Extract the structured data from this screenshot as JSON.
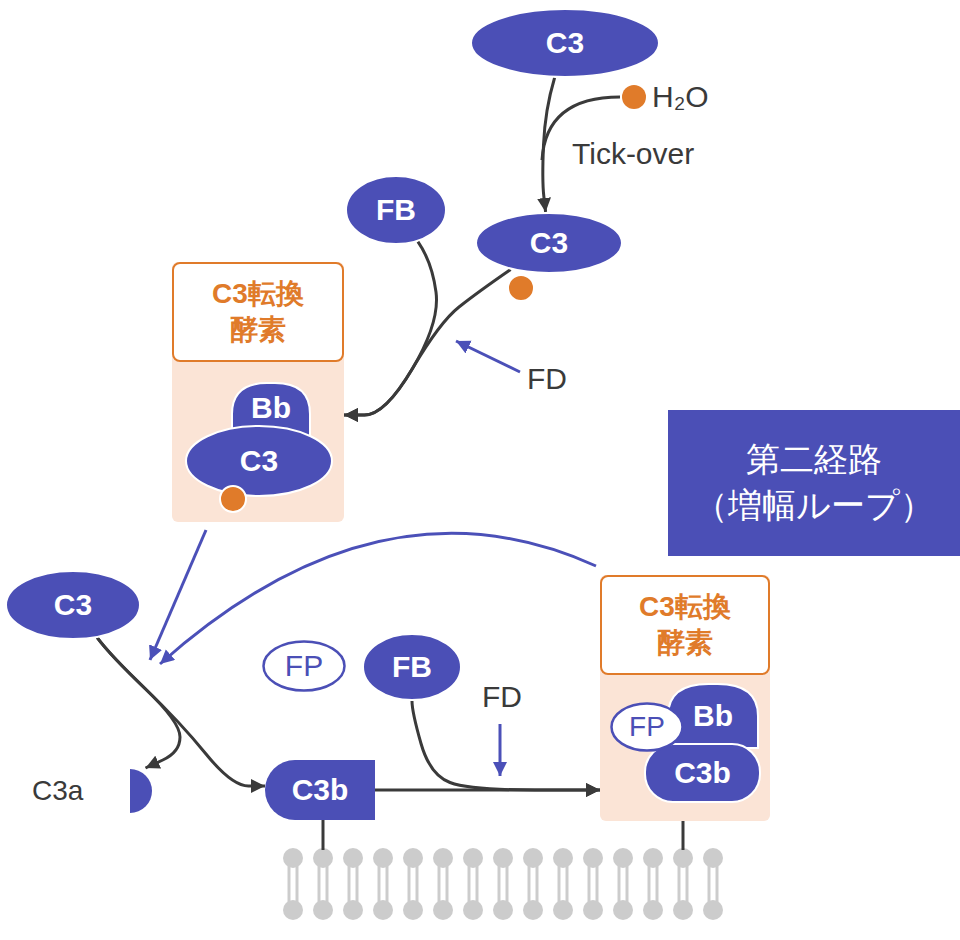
{
  "diagram": {
    "nodes": [
      {
        "text": [
          "C3"
        ]
      },
      {
        "text": [
          "FB"
        ]
      },
      {
        "text": [
          "C3"
        ]
      },
      {
        "text": [
          "C3転換 酵素"
        ]
      },
      {
        "text": [
          "Bb"
        ],
        "in": 3
      },
      {
        "text": [
          "C3"
        ],
        "in": 3
      },
      {
        "text": [
          "第二経路 （増幅ループ）"
        ]
      },
      {
        "text": [
          "C3"
        ]
      },
      {
        "text": [
          "FP"
        ]
      },
      {
        "text": [
          "FB"
        ]
      },
      {
        "text": [
          "C3a"
        ]
      },
      {
        "text": [
          "C3b"
        ]
      },
      {
        "text": [
          "C3転換 酵素"
        ]
      },
      {
        "text": [
          "FP"
        ],
        "in": 12
      },
      {
        "text": [
          "Bb"
        ],
        "in": 12
      },
      {
        "text": [
          "C3b"
        ],
        "in": 12
      }
    ],
    "edges": [
      {
        "from": 0,
        "to": 2,
        "arrow": "to"
      },
      {
        "from": 1,
        "to": 3,
        "arrow": "to"
      },
      {
        "from": 2,
        "to": 3,
        "arrow": "to"
      },
      {
        "from": 7,
        "to": 11,
        "arrow": "to"
      },
      {
        "from": 7,
        "to": 10,
        "arrow": "to"
      },
      {
        "from": 9,
        "to": 12,
        "arrow": "to"
      },
      {
        "from": 11,
        "to": 12,
        "arrow": "to"
      }
    ],
    "labels": [
      "H₂O",
      "Tick-over",
      "FD",
      "FD"
    ]
  }
}
